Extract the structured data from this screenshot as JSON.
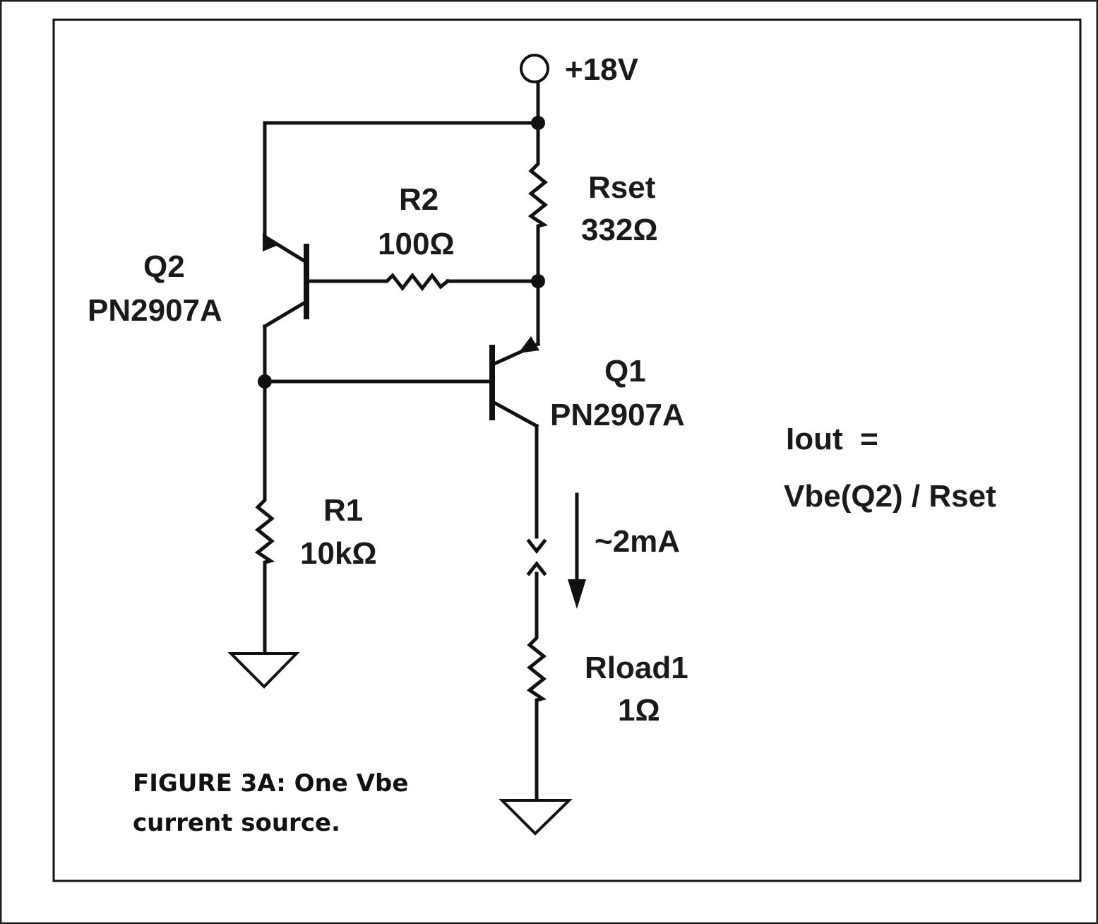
{
  "supply": {
    "label": "+18V"
  },
  "components": {
    "rset": {
      "name": "Rset",
      "value": "332Ω"
    },
    "r2": {
      "name": "R2",
      "value": "100Ω"
    },
    "r1": {
      "name": "R1",
      "value": "10kΩ"
    },
    "rload": {
      "name": "Rload1",
      "value": "1Ω"
    },
    "q1": {
      "name": "Q1",
      "part": "PN2907A"
    },
    "q2": {
      "name": "Q2",
      "part": "PN2907A"
    }
  },
  "current": {
    "label": "~2mA"
  },
  "formula": {
    "line1": "Iout  =",
    "line2": "Vbe(Q2) / Rset"
  },
  "caption": {
    "line1": "FIGURE 3A: One Vbe",
    "line2": "current source."
  }
}
